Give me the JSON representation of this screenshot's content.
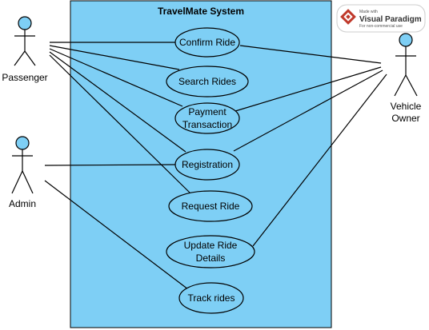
{
  "colors": {
    "system_fill": "#7ecff5",
    "usecase_fill": "#7ecff5",
    "actor_head_fill": "#7ecff5",
    "stroke": "#000000",
    "badge_red": "#c0392b"
  },
  "system": {
    "title": "TravelMate System"
  },
  "actors": {
    "passenger": "Passenger",
    "admin": "Admin",
    "vehicle_owner_line1": "Vehicle",
    "vehicle_owner_line2": "Owner"
  },
  "usecases": {
    "confirm_ride": "Confirm Ride",
    "search_rides": "Search Rides",
    "payment_line1": "Payment",
    "payment_line2": "Transaction",
    "registration": "Registration",
    "request_ride": "Request Ride",
    "update_line1": "Update Ride",
    "update_line2": "Details",
    "track_rides": "Track rides"
  },
  "watermark": {
    "made_with": "Made with",
    "brand": "Visual Paradigm",
    "note": "For non-commercial use"
  }
}
